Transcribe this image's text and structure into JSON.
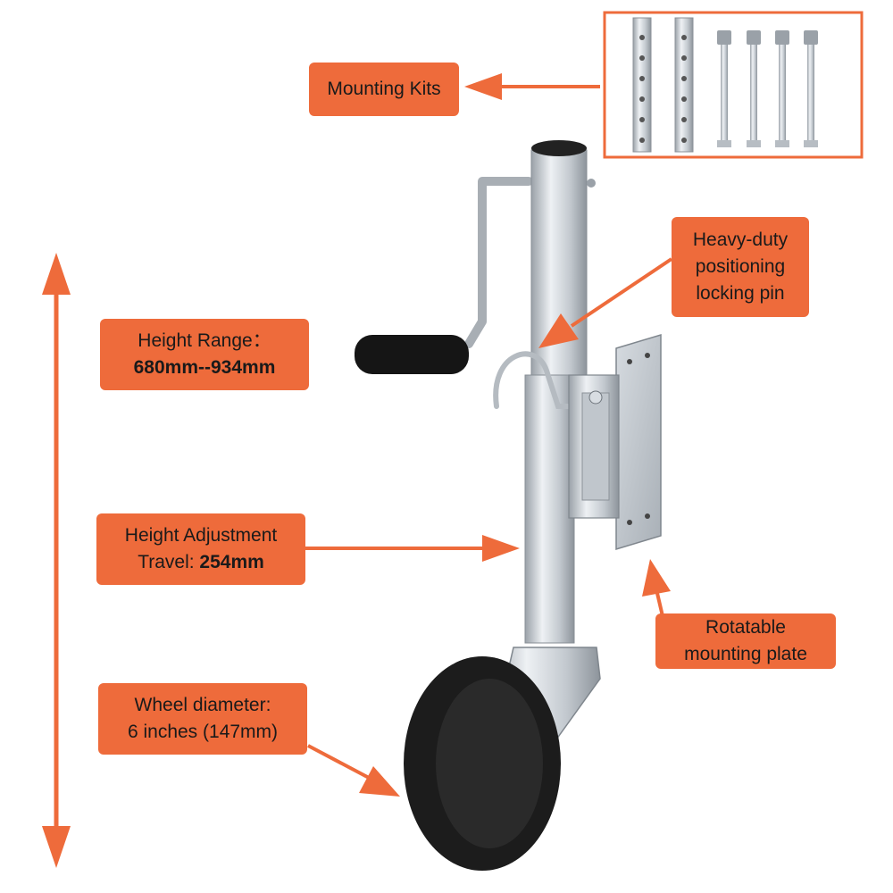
{
  "colors": {
    "accent": "#ee6b3b",
    "metal": "#c9ced4",
    "tire": "#1c1c1c",
    "grip": "#141414"
  },
  "callouts": {
    "mounting_kits": "Mounting Kits",
    "locking_pin": {
      "line1": "Heavy-duty",
      "line2": "positioning",
      "line3": "locking pin"
    },
    "height_range": {
      "label": "Height Range：",
      "value": "680mm--934mm"
    },
    "height_adjustment": {
      "line1": "Height Adjustment",
      "line2_prefix": "Travel: ",
      "line2_value": "254mm"
    },
    "mounting_plate": {
      "line1": "Rotatable",
      "line2": "mounting plate"
    },
    "wheel_diameter": {
      "line1": "Wheel diameter:",
      "line2": "6 inches (147mm)"
    }
  }
}
